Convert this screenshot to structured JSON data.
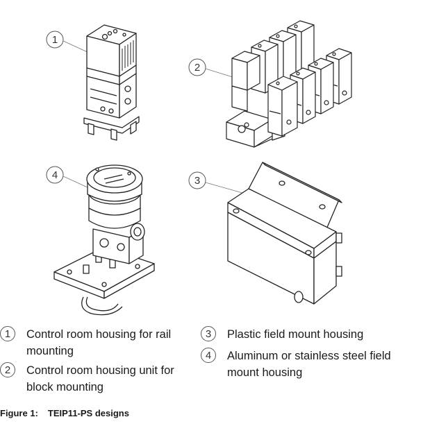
{
  "callouts": [
    "1",
    "2",
    "3",
    "4"
  ],
  "legend": [
    {
      "num": "1",
      "text": "Control room housing for rail mounting"
    },
    {
      "num": "2",
      "text": "Control room housing unit for block mounting"
    },
    {
      "num": "3",
      "text": "Plastic field mount housing"
    },
    {
      "num": "4",
      "text": "Aluminum or stainless steel field mount housing"
    }
  ],
  "caption": {
    "label": "Figure 1:",
    "title": "TEIP11-PS designs"
  },
  "colors": {
    "line": "#222222",
    "callout": "#555555",
    "fill": "#ffffff"
  }
}
